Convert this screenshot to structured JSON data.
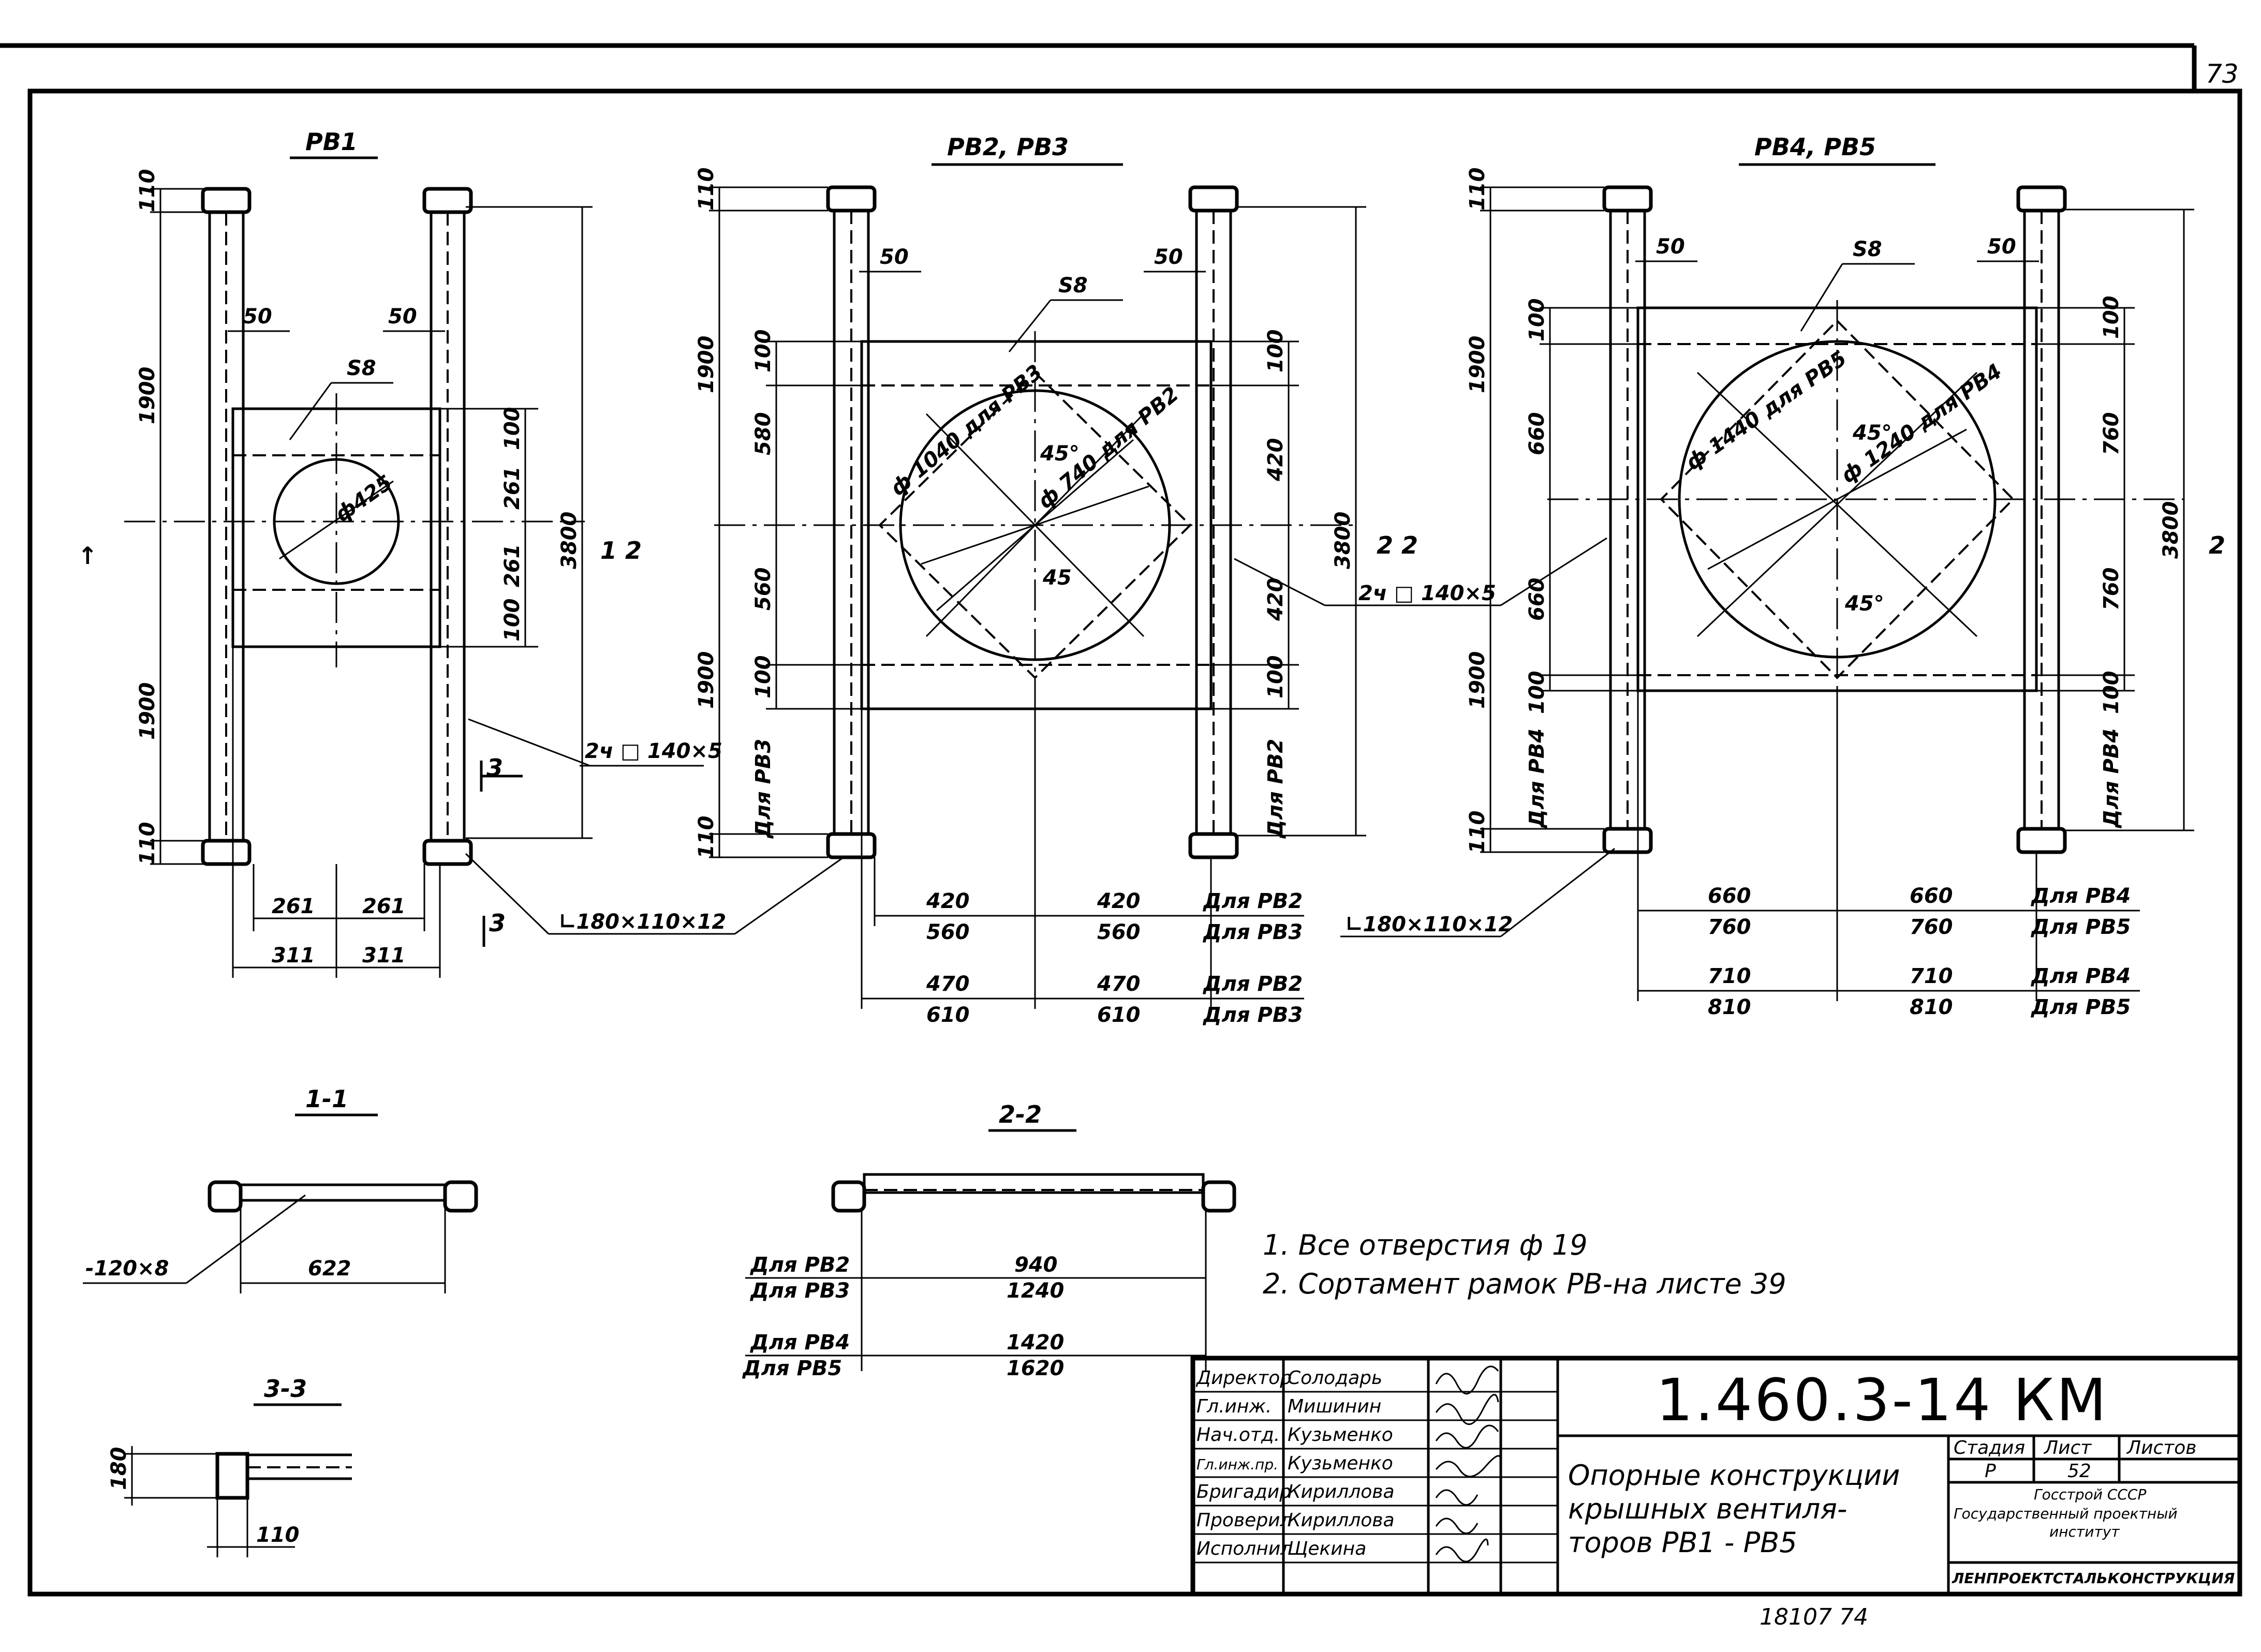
{
  "sheet": {
    "corner_page_number": "73",
    "bottom_numbers": "18107  74"
  },
  "views": {
    "rv1": {
      "title": "РВ1",
      "plate": "S8",
      "hole": "ф425",
      "offsets": [
        "50",
        "50"
      ],
      "dims_vert_left": [
        "110",
        "1900",
        "1900",
        "110"
      ],
      "dims_vert_right": [
        "100",
        "261",
        "261",
        "100"
      ],
      "total_height": "3800",
      "dims_bottom_1": [
        "261",
        "261"
      ],
      "dims_bottom_2": [
        "311",
        "311"
      ]
    },
    "rv23": {
      "title": "РВ2, РВ3",
      "plate": "S8",
      "offsets": [
        "50",
        "50"
      ],
      "hole_a": "ф 1040 для РВ3",
      "hole_b": "ф 740 для РВ2",
      "angle_top": "45°",
      "angle_bot": "45",
      "dims_vert_left": [
        "110",
        "1900",
        "100",
        "580",
        "560",
        "100",
        "1900",
        "110"
      ],
      "dims_vert_right": [
        "100",
        "420",
        "420",
        "100"
      ],
      "total_height": "3800",
      "label_left": "Для РВ3",
      "label_right": "Для РВ2",
      "dims_bottom": [
        {
          "a": "420",
          "b": "560",
          "c": "420",
          "d": "560",
          "e": "Для РВ2",
          "f": "Для РВ3"
        },
        {
          "a": "470",
          "b": "610",
          "c": "470",
          "d": "610",
          "e": "Для РВ2",
          "f": "Для РВ3"
        }
      ]
    },
    "rv45": {
      "title": "РВ4, РВ5",
      "plate": "S8",
      "offsets": [
        "50",
        "50"
      ],
      "hole_a": "ф 1440 для РВ5",
      "hole_b": "ф 1240 для РВ4",
      "angle_top": "45°",
      "angle_bot": "45°",
      "dims_vert_left": [
        "110",
        "1900",
        "100",
        "660",
        "660",
        "100",
        "1900",
        "110"
      ],
      "dims_vert_right": [
        "100",
        "760",
        "760",
        "100"
      ],
      "total_height": "3800",
      "label_left": "Для РВ4",
      "label_right": "Для РВ4",
      "dims_bottom": [
        {
          "a": "660",
          "b": "760",
          "c": "660",
          "d": "760",
          "e": "Для РВ4",
          "f": "Для РВ5"
        },
        {
          "a": "710",
          "b": "810",
          "c": "710",
          "d": "810",
          "e": "Для РВ4",
          "f": "Для РВ5"
        }
      ]
    }
  },
  "callouts": {
    "channel": "2ч □ 140×5",
    "channel_mid": "2ч □ 140×5",
    "angle_left": "∟180×110×12",
    "angle_right": "∟180×110×12",
    "cut1": "1",
    "cut2": "2",
    "cut3": "3",
    "cut12_label": "1 2",
    "cut22_label": "2 2"
  },
  "sections": {
    "s11": {
      "title": "1-1",
      "plate": "-120×8",
      "width": "622"
    },
    "s22": {
      "title": "2-2",
      "rows": [
        {
          "label": "Для РВ2",
          "value": "940"
        },
        {
          "label": "Для РВ3",
          "value": "1240"
        },
        {
          "label": "Для РВ4",
          "value": "1420"
        },
        {
          "label": "Для РВ5",
          "value": "1620"
        }
      ]
    },
    "s33": {
      "title": "3-3",
      "h": "180",
      "w": "110"
    }
  },
  "notes": [
    "1. Все отверстия ф 19",
    "2. Сортамент рамок РВ-на листе 39"
  ],
  "title_block": {
    "doc_code": "1.460.3-14 КМ",
    "doc_name_lines": [
      "Опорные конструкции",
      "крышных вентиля-",
      "торов РВ1 - РВ5"
    ],
    "staff": [
      {
        "role": "Директор",
        "name": "Солодарь"
      },
      {
        "role": "Гл.инж.",
        "name": "Мишинин"
      },
      {
        "role": "Нач.отд.",
        "name": "Кузьменко"
      },
      {
        "role": "Гл.инж.пр.",
        "name": "Кузьменко"
      },
      {
        "role": "Бригадир",
        "name": "Кириллова"
      },
      {
        "role": "Проверил",
        "name": "Кириллова"
      },
      {
        "role": "Исполнил",
        "name": "Щекина"
      }
    ],
    "stage_label": "Стадия",
    "sheet_label": "Лист",
    "sheets_label": "Листов",
    "stage": "Р",
    "sheet": "52",
    "sheets": "",
    "org_lines": [
      "Госстрой СССР",
      "Государственный проектный",
      "институт"
    ],
    "org_name": "ЛЕНПРОЕКТСТАЛЬКОНСТРУКЦИЯ"
  }
}
